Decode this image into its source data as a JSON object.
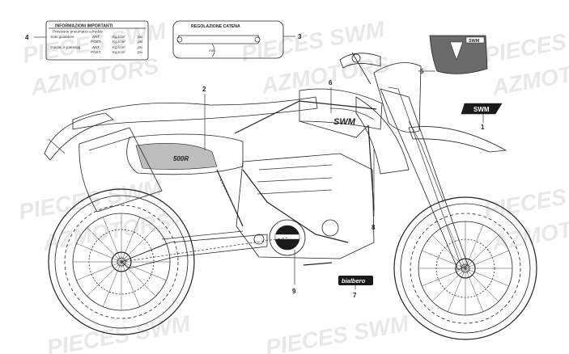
{
  "watermark": {
    "lines": [
      "PIECES SWM",
      "AZMOTORS",
      "PIECES ST",
      "AZMOTO"
    ]
  },
  "callouts": {
    "c1": "1",
    "c2": "2",
    "c3": "3",
    "c4": "4",
    "c5": "5",
    "c6": "6",
    "c7": "7",
    "c8": "8",
    "c9": "9"
  },
  "tire_label": {
    "title": "INFORMAZIONI IMPORTANTI",
    "subtitle": "Pressione pneumatici a freddo",
    "row1_label": "Solo guidatore",
    "row2_label": "Guidat. e passegg.",
    "ant": "ANT.",
    "post": "POST.",
    "unit_kg": "Kg./cm²",
    "unit_psi": "psi"
  },
  "chain_label": {
    "title": "REGOLAZIONE CATENA"
  },
  "decals": {
    "tank_brand": "SWM",
    "number_plate_brand": "SWM",
    "fender_brand": "SWM",
    "sidepanel_text": "500R",
    "bialbero": "bialbero"
  }
}
